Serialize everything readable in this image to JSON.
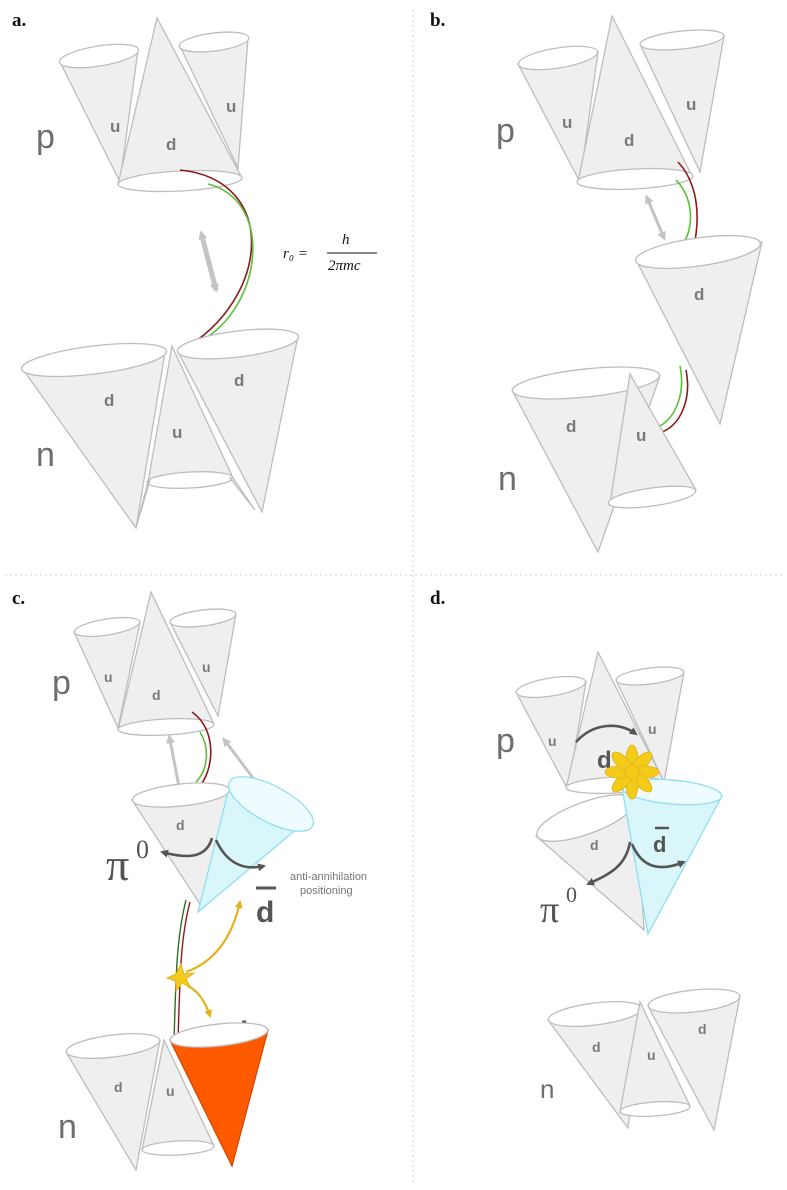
{
  "panels": [
    {
      "label": "a.",
      "nucleon_top": "p",
      "nucleon_bottom": "n",
      "quarks_top": [
        "u",
        "d",
        "u"
      ],
      "quarks_bottom": [
        "d",
        "u",
        "d"
      ],
      "formula": {
        "lhs": "r₀ =",
        "numerator": "h",
        "denominator": "2πmc"
      }
    },
    {
      "label": "b.",
      "nucleon_top": "p",
      "nucleon_bottom": "n",
      "quarks_top": [
        "u",
        "d",
        "u"
      ],
      "quark_middle": "d",
      "quarks_bottom": [
        "d",
        "u"
      ]
    },
    {
      "label": "c.",
      "nucleon_top": "p",
      "nucleon_bottom": "n",
      "quarks_top": [
        "u",
        "d",
        "u"
      ],
      "quark_middle": "d",
      "quarks_bottom": [
        "d",
        "u"
      ],
      "pion": "π",
      "pion_sup": "0",
      "antiquark": "d",
      "quark_created": "d",
      "note_line1": "anti-annihilation",
      "note_line2": "positioning"
    },
    {
      "label": "d.",
      "nucleon_top": "p",
      "nucleon_bottom": "n",
      "quarks_top": [
        "u",
        "d",
        "u"
      ],
      "quark_middle": "d",
      "antiquark": "d",
      "quarks_bottom": [
        "d",
        "u",
        "d"
      ],
      "pion": "π",
      "pion_sup": "0"
    }
  ],
  "colors": {
    "cone_fill": "#efefef",
    "cone_stroke": "#bdbdbd",
    "antiquark_fill": "#d9f6fb",
    "antiquark_stroke": "#8edff0",
    "created_quark": "#ff5a00",
    "string_red": "#8b1a1a",
    "string_green": "#5cbf3c",
    "arrow_dark": "#555555",
    "arrow_gold": "#e3b21c",
    "spark": "#f5cb1a"
  }
}
